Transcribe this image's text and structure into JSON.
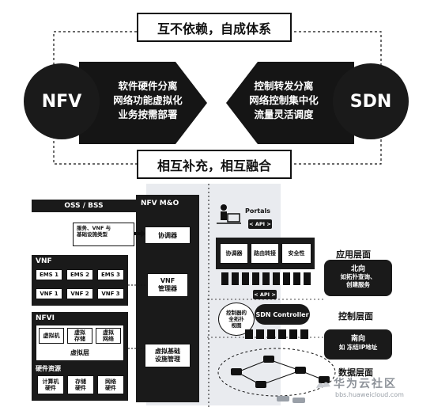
{
  "top": {
    "banner": "互不依赖，自成体系",
    "nfv_label": "NFV",
    "sdn_label": "SDN",
    "nfv_features": [
      "软件硬件分离",
      "网络功能虚拟化",
      "业务按需部署"
    ],
    "sdn_features": [
      "控制转发分离",
      "网络控制集中化",
      "流量灵活调度"
    ],
    "bottom_banner": "相互补充，相互融合"
  },
  "nfv_arch": {
    "oss_bss": "OSS / BSS",
    "mano_title": "NFV M&O",
    "service_note": [
      "服务、VNF 与",
      "基础设施类型"
    ],
    "orchestrator": "协调器",
    "vnf_manager": [
      "VNF",
      "管理器"
    ],
    "vim": [
      "虚拟基础",
      "设施管理"
    ],
    "vnf_title": "VNF",
    "ems": [
      "EMS 1",
      "EMS 2",
      "EMS 3"
    ],
    "vnfs": [
      "VNF 1",
      "VNF 2",
      "VNF 3"
    ],
    "nfvi_title": "NFVI",
    "virtual_resources": [
      [
        "虚拟机"
      ],
      [
        "虚拟",
        "存储"
      ],
      [
        "虚拟",
        "网络"
      ]
    ],
    "virtual_layer": "虚拟层",
    "hw_title": "硬件资源",
    "hw_resources": [
      [
        "计算机",
        "硬件"
      ],
      [
        "存储",
        "硬件"
      ],
      [
        "网络",
        "硬件"
      ]
    ]
  },
  "sdn_arch": {
    "portals": "Portals",
    "api_top": "< API >",
    "apps": [
      "协调器",
      "路由转接",
      "安全性"
    ],
    "app_layer": "应用层面",
    "api_mid": "< API >",
    "northbound_title": "北向",
    "northbound_desc": [
      "如拓扑查询、",
      "创建服务"
    ],
    "controller_view": [
      "控制器的",
      "全拓扑",
      "视图"
    ],
    "sdn_controller": "SDN Controller",
    "control_layer": "控制层面",
    "southbound_title": "南向",
    "southbound_desc": "如 冻结IP地址",
    "data_layer": "数据层面"
  },
  "watermark": {
    "brand": "华为云社区",
    "url": "bbs.huaweicloud.com"
  }
}
